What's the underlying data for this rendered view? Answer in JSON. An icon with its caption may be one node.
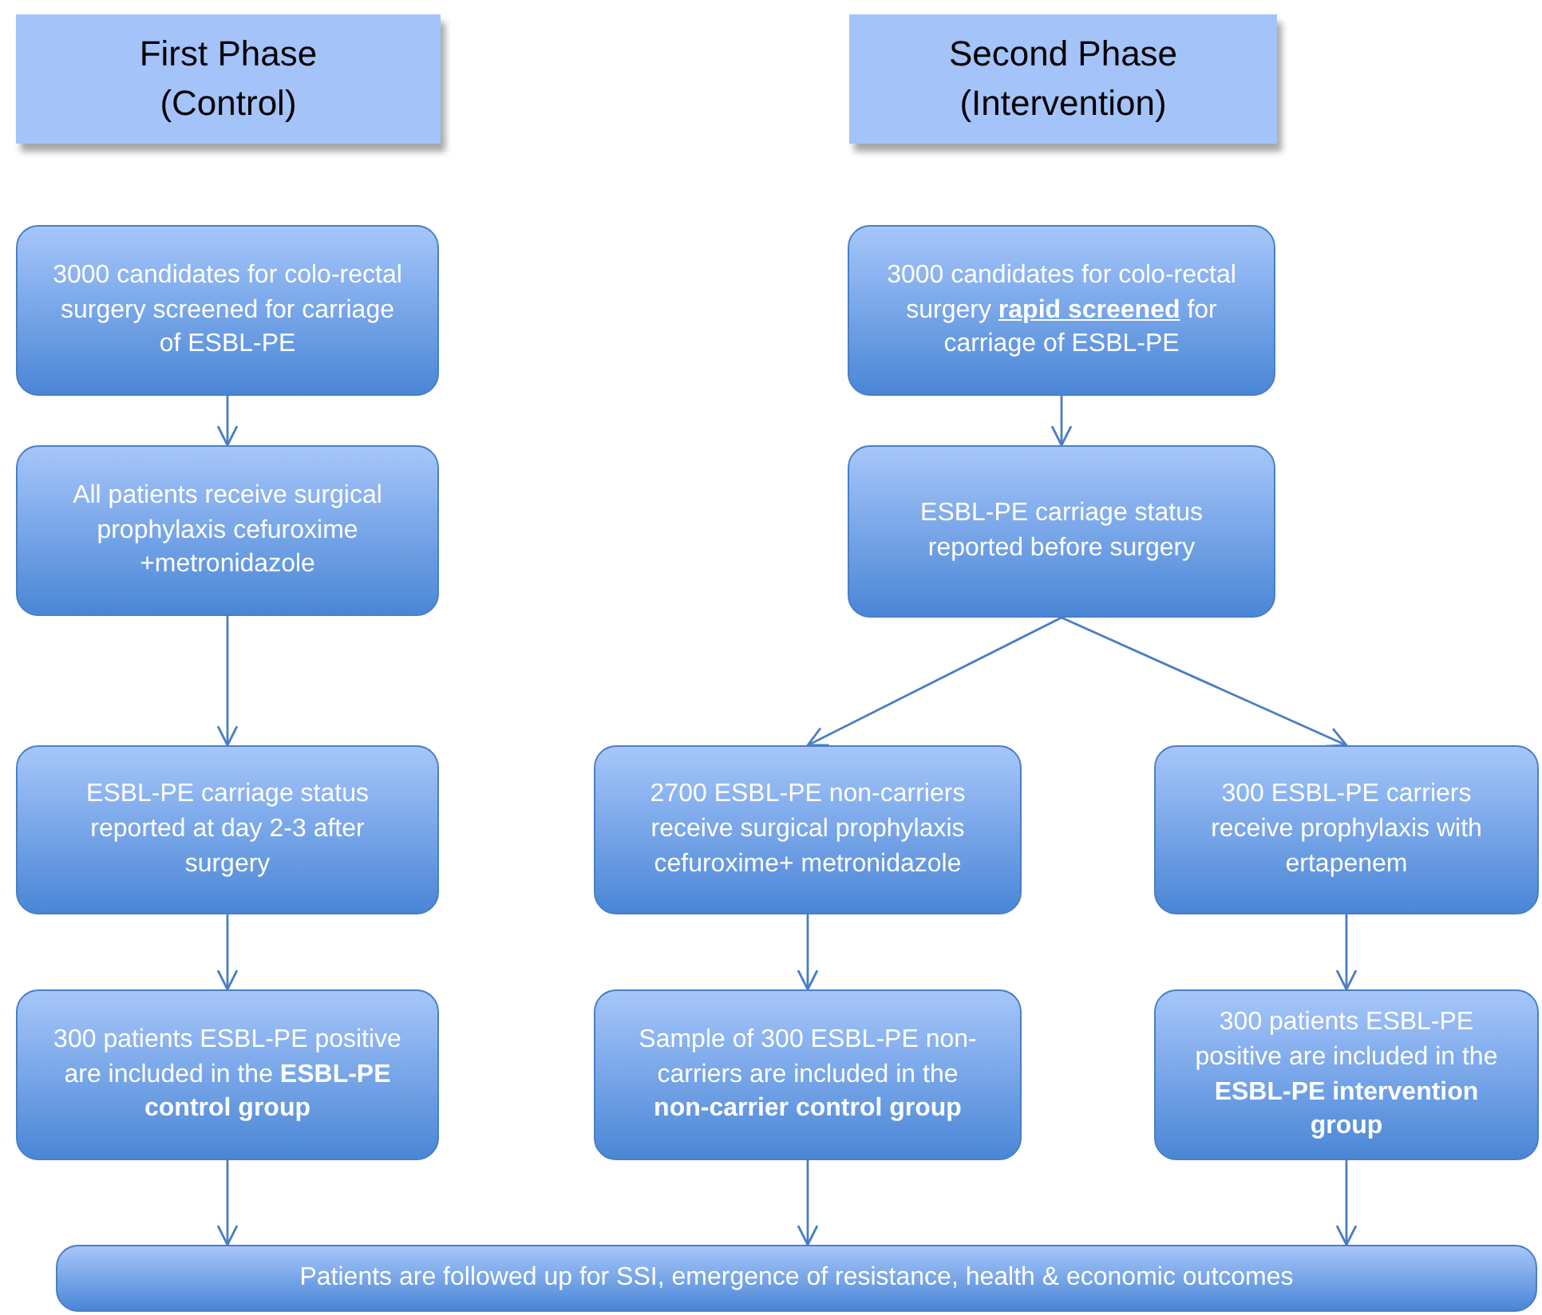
{
  "diagram": {
    "nodes": [
      {
        "text": [
          "First Phase (Control)"
        ]
      },
      {
        "text": [
          "Second Phase (Intervention)"
        ]
      },
      {
        "text": [
          "3000 candidates for colo-rectal surgery screened for carriage of ESBL-PE"
        ]
      },
      {
        "text": [
          "All patients receive surgical prophylaxis cefuroxime +metronidazole"
        ]
      },
      {
        "text": [
          "ESBL-PE carriage status reported at day 2-3 after surgery"
        ]
      },
      {
        "text": [
          "300 patients ESBL-PE positive are included in the **ESBL-PE control group**"
        ]
      },
      {
        "text": [
          "3000 candidates for colo-rectal surgery **rapid screened** for carriage of ESBL-PE"
        ]
      },
      {
        "text": [
          "ESBL-PE carriage status reported before surgery"
        ]
      },
      {
        "text": [
          "2700 ESBL-PE non-carriers receive surgical prophylaxis cefuroxime+ metronidazole"
        ]
      },
      {
        "text": [
          "300 ESBL-PE carriers receive prophylaxis with ertapenem"
        ]
      },
      {
        "text": [
          "Sample of 300 ESBL-PE non-carriers are included in the **non-carrier control group**"
        ]
      },
      {
        "text": [
          "300 patients ESBL-PE positive are included in the **ESBL-PE intervention group**"
        ]
      },
      {
        "text": [
          "Patients are followed up for SSI, emergence of resistance, health & economic outcomes"
        ]
      }
    ],
    "edges": [
      {
        "from": 2,
        "to": 3,
        "arrow": "to"
      },
      {
        "from": 3,
        "to": 4,
        "arrow": "to"
      },
      {
        "from": 4,
        "to": 5,
        "arrow": "to"
      },
      {
        "from": 5,
        "to": 12,
        "arrow": "to"
      },
      {
        "from": 6,
        "to": 7,
        "arrow": "to"
      },
      {
        "from": 7,
        "to": 8,
        "arrow": "to"
      },
      {
        "from": 7,
        "to": 9,
        "arrow": "to"
      },
      {
        "from": 8,
        "to": 10,
        "arrow": "to"
      },
      {
        "from": 9,
        "to": 11,
        "arrow": "to"
      },
      {
        "from": 10,
        "to": 12,
        "arrow": "to"
      },
      {
        "from": 11,
        "to": 12,
        "arrow": "to"
      }
    ]
  }
}
